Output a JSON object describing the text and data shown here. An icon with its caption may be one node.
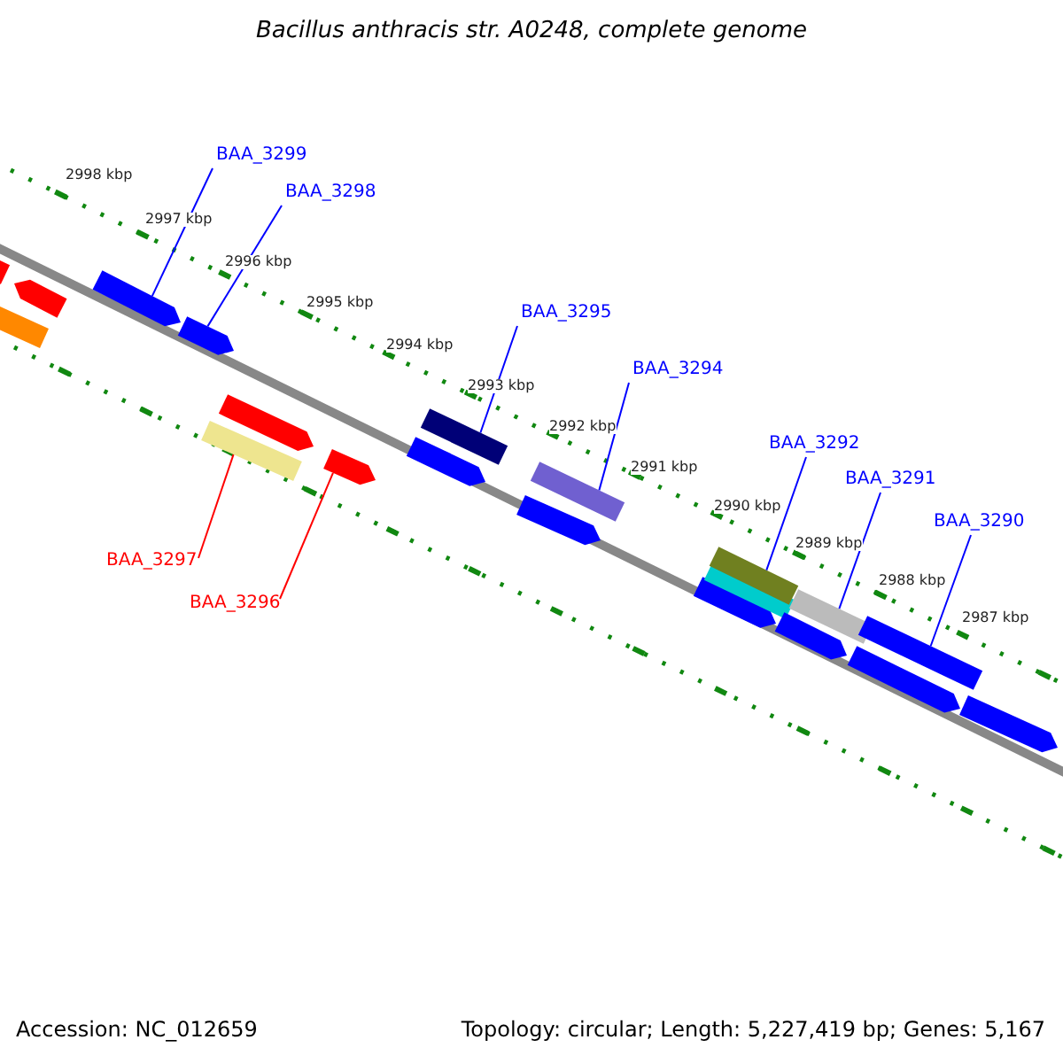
{
  "diagram": {
    "title": "Bacillus anthracis str. A0248, complete genome",
    "nodes": [
      {
        "text": [
          "BAA_3299"
        ]
      },
      {
        "text": [
          "BAA_3298"
        ]
      },
      {
        "text": [
          "BAA_3295"
        ]
      },
      {
        "text": [
          "BAA_3294"
        ]
      },
      {
        "text": [
          "BAA_3292"
        ]
      },
      {
        "text": [
          "BAA_3291"
        ]
      },
      {
        "text": [
          "BAA_3290"
        ]
      },
      {
        "text": [
          "BAA_3297"
        ]
      },
      {
        "text": [
          "BAA_3296"
        ]
      },
      {
        "text": [],
        "shape": "bar"
      },
      {
        "text": [],
        "shape": "bar"
      },
      {
        "text": [],
        "shape": "arrow"
      },
      {
        "text": [],
        "shape": "arrow"
      },
      {
        "text": [],
        "shape": "arrow"
      },
      {
        "text": [],
        "shape": "bar"
      },
      {
        "text": [],
        "shape": "arrow"
      },
      {
        "text": [],
        "shape": "arrow"
      },
      {
        "text": [],
        "shape": "arrow"
      },
      {
        "text": [],
        "shape": "bar"
      },
      {
        "text": [],
        "shape": "arrow"
      },
      {
        "text": [],
        "shape": "bar"
      },
      {
        "text": [],
        "shape": "arrow"
      },
      {
        "text": [],
        "shape": "bar"
      },
      {
        "text": [],
        "shape": "bar"
      },
      {
        "text": [],
        "shape": "arrow"
      },
      {
        "text": [],
        "shape": "bar"
      },
      {
        "text": [],
        "shape": "arrow"
      },
      {
        "text": [],
        "shape": "bar"
      },
      {
        "text": [],
        "shape": "arrow"
      }
    ],
    "edges": [
      {
        "from": 0,
        "to": 12,
        "arrow": "none"
      },
      {
        "from": 1,
        "to": 13,
        "arrow": "none"
      },
      {
        "from": 2,
        "to": 18,
        "arrow": "none"
      },
      {
        "from": 3,
        "to": 20,
        "arrow": "none"
      },
      {
        "from": 4,
        "to": 23,
        "arrow": "none"
      },
      {
        "from": 5,
        "to": 25,
        "arrow": "none"
      },
      {
        "from": 6,
        "to": 27,
        "arrow": "none"
      },
      {
        "from": 7,
        "to": 14,
        "arrow": "none",
        "color": "#ff0000"
      },
      {
        "from": 8,
        "to": 16,
        "arrow": "none",
        "color": "#ff0000"
      }
    ],
    "labels": [
      "2998 kbp",
      "2997 kbp",
      "2996 kbp",
      "2995 kbp",
      "2994 kbp",
      "2993 kbp",
      "2992 kbp",
      "2991 kbp",
      "2990 kbp",
      "2989 kbp",
      "2988 kbp",
      "2987 kbp",
      "Accession: NC_012659",
      "Topology: circular; Length: 5,227,419 bp; Genes: 5,167"
    ]
  }
}
